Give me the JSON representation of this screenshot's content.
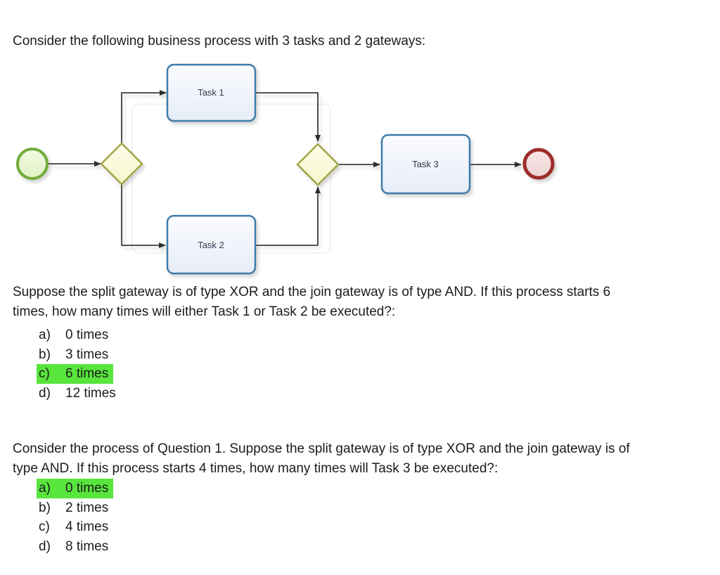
{
  "page": {
    "title": "Consider the following business process with 3 tasks and 2 gateways:"
  },
  "colors": {
    "highlight": "#58e53c",
    "start_border": "#72ac3e",
    "gateway_border": "#a3a645",
    "task_border": "#3e7cab",
    "task_text": "#333a52",
    "end_border": "#9e2f2c",
    "connector": "#3c3c3c"
  },
  "diagram": {
    "labels": {
      "task1": "Task 1",
      "task2": "Task 2",
      "task3": "Task 3"
    }
  },
  "question1": {
    "text": "Suppose the split gateway is of type XOR and the join gateway is of type AND. If this process starts 6\ntimes, how many times will either Task 1 or Task 2 be executed?:",
    "options": [
      {
        "letter": "a)",
        "text": "0 times",
        "highlighted": false
      },
      {
        "letter": "b)",
        "text": "3 times",
        "highlighted": false
      },
      {
        "letter": "c)",
        "text": "6 times",
        "highlighted": true
      },
      {
        "letter": "d)",
        "text": "12 times",
        "highlighted": false
      }
    ]
  },
  "question2": {
    "text": "Consider the process of Question 1. Suppose the split gateway is of type XOR and the join gateway is of\ntype AND. If this process starts 4 times, how many times will Task 3 be executed?:",
    "options": [
      {
        "letter": "a)",
        "text": "0 times",
        "highlighted": true
      },
      {
        "letter": "b)",
        "text": "2 times",
        "highlighted": false
      },
      {
        "letter": "c)",
        "text": "4 times",
        "highlighted": false
      },
      {
        "letter": "d)",
        "text": "8 times",
        "highlighted": false
      }
    ]
  }
}
